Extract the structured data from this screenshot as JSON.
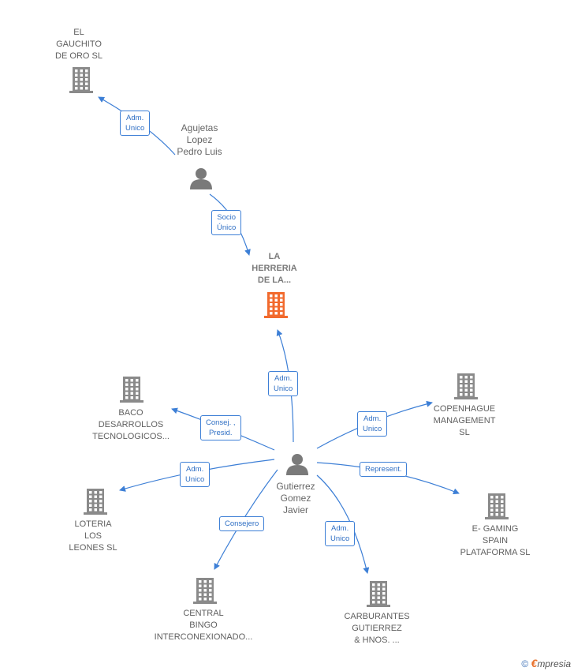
{
  "colors": {
    "edge": "#3d7fd6",
    "building": "#8a8a8a",
    "focus": "#f26a2d",
    "person": "#7a7a7a"
  },
  "nodes": [
    {
      "id": "gauchito",
      "type": "company",
      "lines": [
        "EL",
        "GAUCHITO",
        "DE ORO SL"
      ]
    },
    {
      "id": "agujetas",
      "type": "person",
      "lines": [
        "Agujetas",
        "Lopez",
        "Pedro Luis"
      ]
    },
    {
      "id": "herreria",
      "type": "company",
      "focus": true,
      "lines": [
        "LA",
        "HERRERIA",
        "DE LA..."
      ]
    },
    {
      "id": "gutierrez",
      "type": "person",
      "lines": [
        "Gutierrez",
        "Gomez",
        "Javier"
      ]
    },
    {
      "id": "baco",
      "type": "company",
      "lines": [
        "BACO",
        "DESARROLLOS",
        "TECNOLOGICOS..."
      ]
    },
    {
      "id": "copenhague",
      "type": "company",
      "lines": [
        "COPENHAGUE",
        "MANAGEMENT",
        "SL"
      ]
    },
    {
      "id": "loteria",
      "type": "company",
      "lines": [
        "LOTERIA",
        "LOS",
        "LEONES  SL"
      ]
    },
    {
      "id": "egaming",
      "type": "company",
      "lines": [
        "E- GAMING",
        "SPAIN",
        "PLATAFORMA SL"
      ]
    },
    {
      "id": "central",
      "type": "company",
      "lines": [
        "CENTRAL",
        "BINGO",
        "INTERCONEXIONADO..."
      ]
    },
    {
      "id": "carburantes",
      "type": "company",
      "lines": [
        "CARBURANTES",
        "GUTIERREZ",
        "& HNOS. ..."
      ]
    }
  ],
  "edges": [
    {
      "from": "agujetas",
      "to": "gauchito",
      "lines": [
        "Adm.",
        "Unico"
      ]
    },
    {
      "from": "agujetas",
      "to": "herreria",
      "lines": [
        "Socio",
        "Único"
      ]
    },
    {
      "from": "gutierrez",
      "to": "herreria",
      "lines": [
        "Adm.",
        "Unico"
      ]
    },
    {
      "from": "gutierrez",
      "to": "baco",
      "lines": [
        "Consej. ,",
        "Presid."
      ]
    },
    {
      "from": "gutierrez",
      "to": "copenhague",
      "lines": [
        "Adm.",
        "Unico"
      ]
    },
    {
      "from": "gutierrez",
      "to": "loteria",
      "lines": [
        "Adm.",
        "Unico"
      ]
    },
    {
      "from": "gutierrez",
      "to": "egaming",
      "lines": [
        "Represent."
      ]
    },
    {
      "from": "gutierrez",
      "to": "central",
      "lines": [
        "Consejero"
      ]
    },
    {
      "from": "gutierrez",
      "to": "carburantes",
      "lines": [
        "Adm.",
        "Unico"
      ]
    }
  ],
  "footer": {
    "copyright": "©",
    "brand_initial": "€",
    "brand_rest": "mpresia"
  }
}
